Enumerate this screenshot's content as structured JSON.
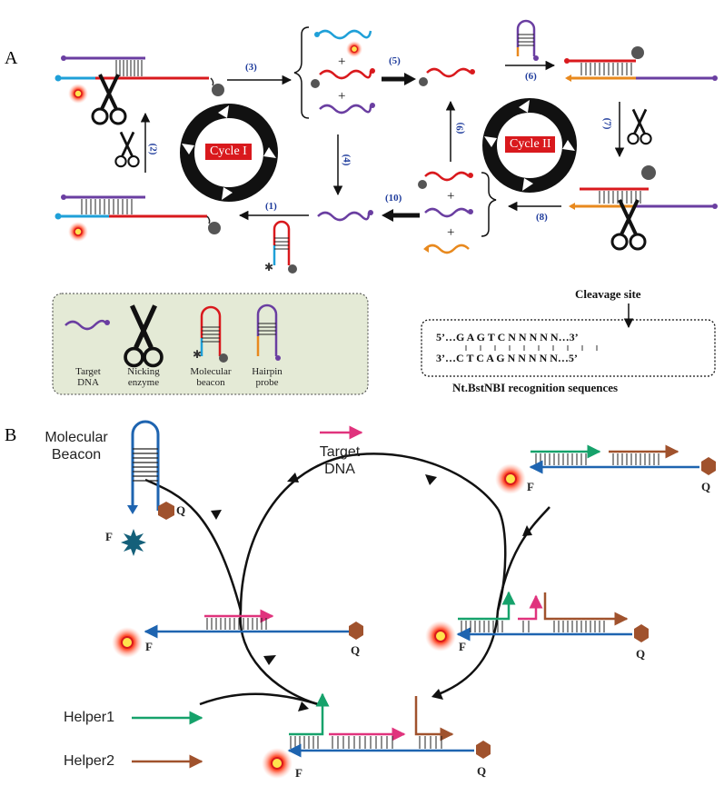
{
  "panels": {
    "a": "A",
    "b": "B"
  },
  "panel_a": {
    "steps": [
      "(1)",
      "(2)",
      "(3)",
      "(4)",
      "(5)",
      "(6)",
      "(7)",
      "(8)",
      "(9)",
      "(10)"
    ],
    "cycle_1": "Cycle I",
    "cycle_2": "Cycle II",
    "legend": {
      "target_line1": "Target",
      "target_line2": "DNA",
      "nick_line1": "Nicking",
      "nick_line2": "enzyme",
      "beacon_line1": "Molecular",
      "beacon_line2": "beacon",
      "hairpin_line1": "Hairpin",
      "hairpin_line2": "probe"
    },
    "recognition": {
      "cleavage_site": "Cleavage site",
      "top_strand": "5’…G A G T C N N N N N…3’",
      "bottom_strand": "3’…C T C A G N N N N N…5’",
      "title": "Nt.BstNBI recognition sequences"
    }
  },
  "panel_b": {
    "beacon_line1": "Molecular",
    "beacon_line2": "Beacon",
    "target_line1": "Target",
    "target_line2": "DNA",
    "helper1": "Helper1",
    "helper2": "Helper2",
    "fluor": "F",
    "quencher": "Q"
  },
  "colors": {
    "target": "#6a3ea1",
    "red_strand": "#d9191d",
    "cyan": "#1fa0d8",
    "orange": "#e8891e",
    "blue_strand": "#1e64b0",
    "magenta": "#e0337d",
    "green": "#16a26b",
    "brown": "#a0522d",
    "step_label": "#1f3c9c",
    "legend_bg": "#e4ead6"
  }
}
